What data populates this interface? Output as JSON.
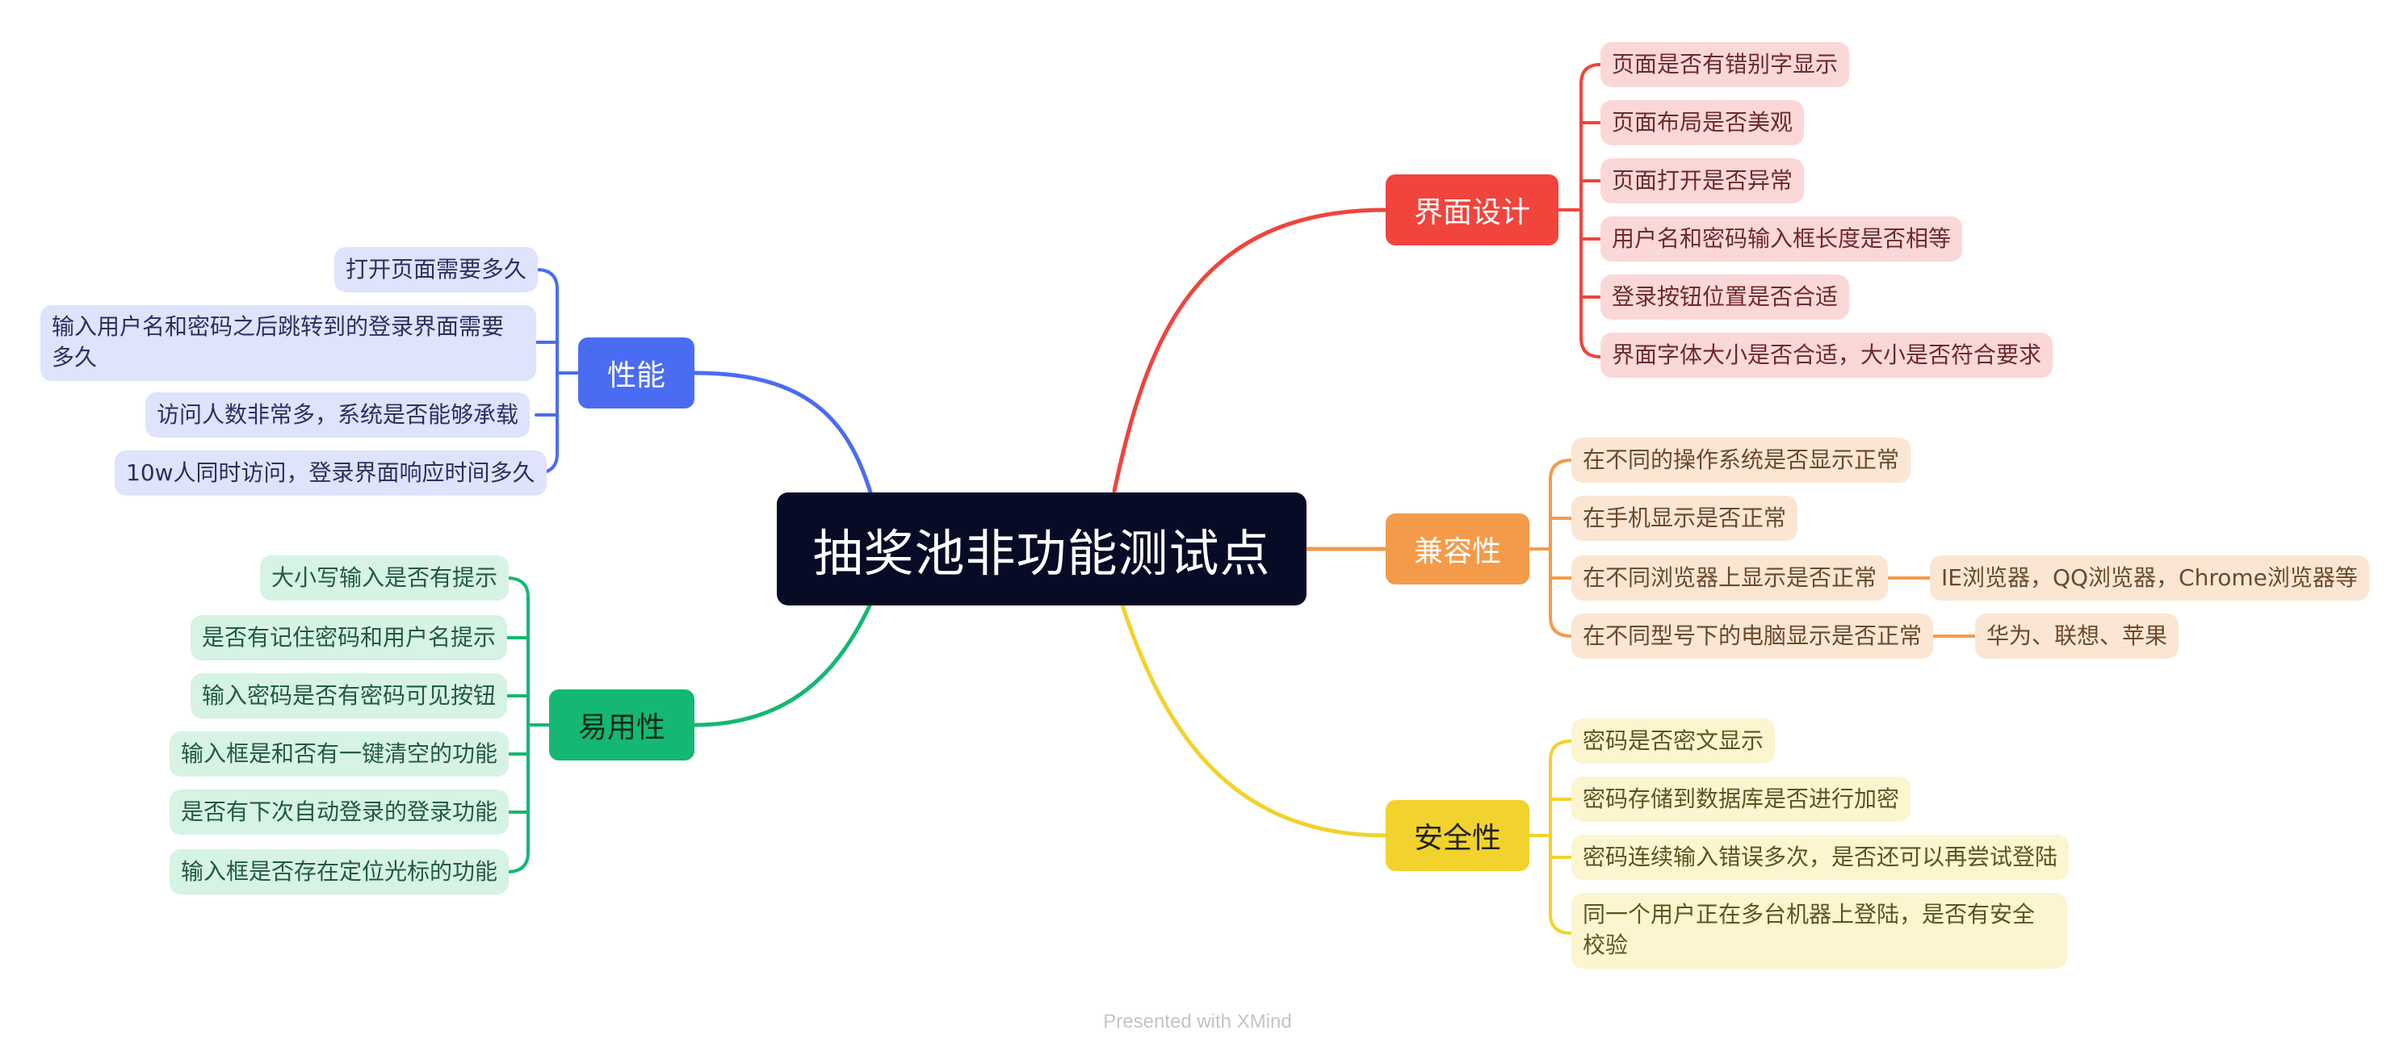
{
  "root": {
    "label": "抽奖池非功能测试点",
    "color": "#070b26"
  },
  "branches": {
    "ui": {
      "label": "界面设计",
      "color": "#f0443c",
      "items": [
        "页面是否有错别字显示",
        "页面布局是否美观",
        "页面打开是否异常",
        "用户名和密码输入框长度是否相等",
        "登录按钮位置是否合适",
        "界面字体大小是否合适，大小是否符合要求"
      ]
    },
    "compat": {
      "label": "兼容性",
      "color": "#f39b4a",
      "items": [
        "在不同的操作系统是否显示正常",
        "在手机显示是否正常",
        "在不同浏览器上显示是否正常",
        "在不同型号下的电脑显示是否正常"
      ],
      "sub": [
        "IE浏览器，QQ浏览器，Chrome浏览器等",
        "华为、联想、苹果"
      ]
    },
    "security": {
      "label": "安全性",
      "color": "#f2d22c",
      "items": [
        "密码是否密文显示",
        "密码存储到数据库是否进行加密",
        "密码连续输入错误多次，是否还可以再尝试登陆",
        "同一个用户正在多台机器上登陆，是否有安全校验"
      ]
    },
    "perf": {
      "label": "性能",
      "color": "#4a6cf3",
      "items": [
        "打开页面需要多久",
        "输入用户名和密码之后跳转到的登录界面需要多久",
        "访问人数非常多，系统是否能够承载",
        "10w人同时访问，登录界面响应时间多久"
      ]
    },
    "usability": {
      "label": "易用性",
      "color": "#14b872",
      "items": [
        "大小写输入是否有提示",
        "是否有记住密码和用户名提示",
        "输入密码是否有密码可见按钮",
        "输入框是和否有一键清空的功能",
        "是否有下次自动登录的登录功能",
        "输入框是否存在定位光标的功能"
      ]
    }
  },
  "footer": "Presented with XMind"
}
